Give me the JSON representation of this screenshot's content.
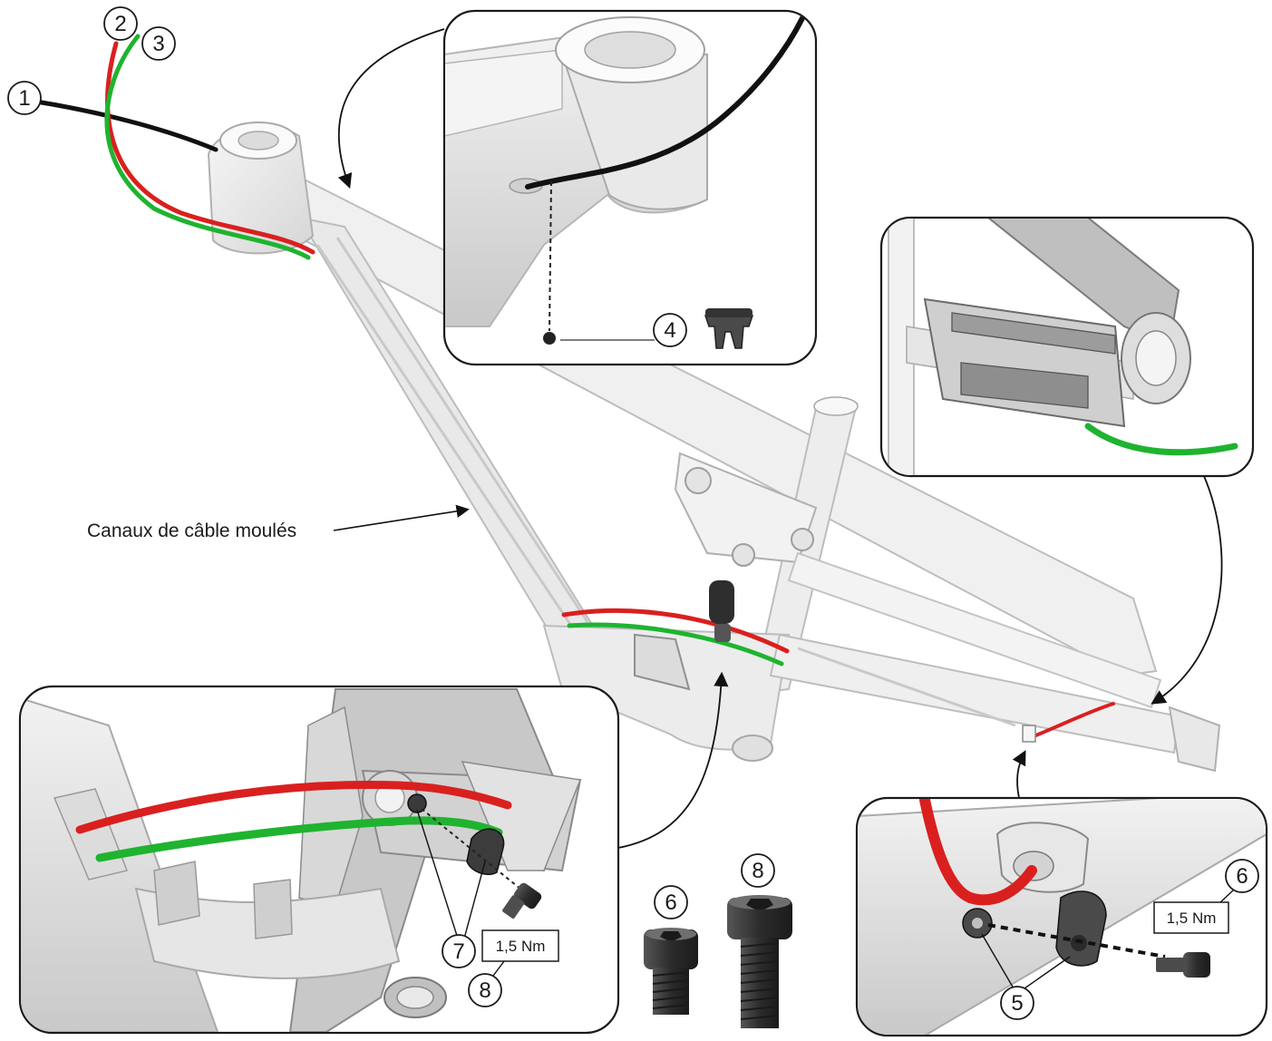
{
  "labels": {
    "cable_channels": "Canaux de câble moulés"
  },
  "callouts": [
    "1",
    "2",
    "3",
    "4",
    "5",
    "6",
    "7",
    "8"
  ],
  "torque": {
    "value": "1,5 Nm"
  },
  "colors": {
    "cable_black": "#111111",
    "cable_red": "#d9201f",
    "cable_green": "#1fb330",
    "frame_light": "#ececec",
    "frame_stroke": "#b5b5b5",
    "hardware_dark": "#3a3a3a",
    "inset_border": "#1a1a1a"
  },
  "icons": [
    "cable-grommet-icon",
    "bolt-icon",
    "cable-guide-icon"
  ]
}
